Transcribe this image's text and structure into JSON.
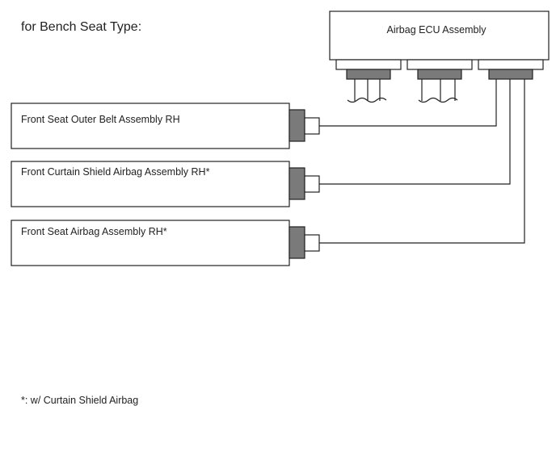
{
  "heading": "for Bench Seat Type:",
  "ecu": {
    "label": "Airbag ECU Assembly"
  },
  "components": [
    {
      "label": "Front Seat Outer Belt Assembly RH"
    },
    {
      "label": "Front Curtain Shield Airbag Assembly RH*"
    },
    {
      "label": "Front Seat Airbag Assembly RH*"
    }
  ],
  "footnote": "*: w/ Curtain Shield Airbag"
}
